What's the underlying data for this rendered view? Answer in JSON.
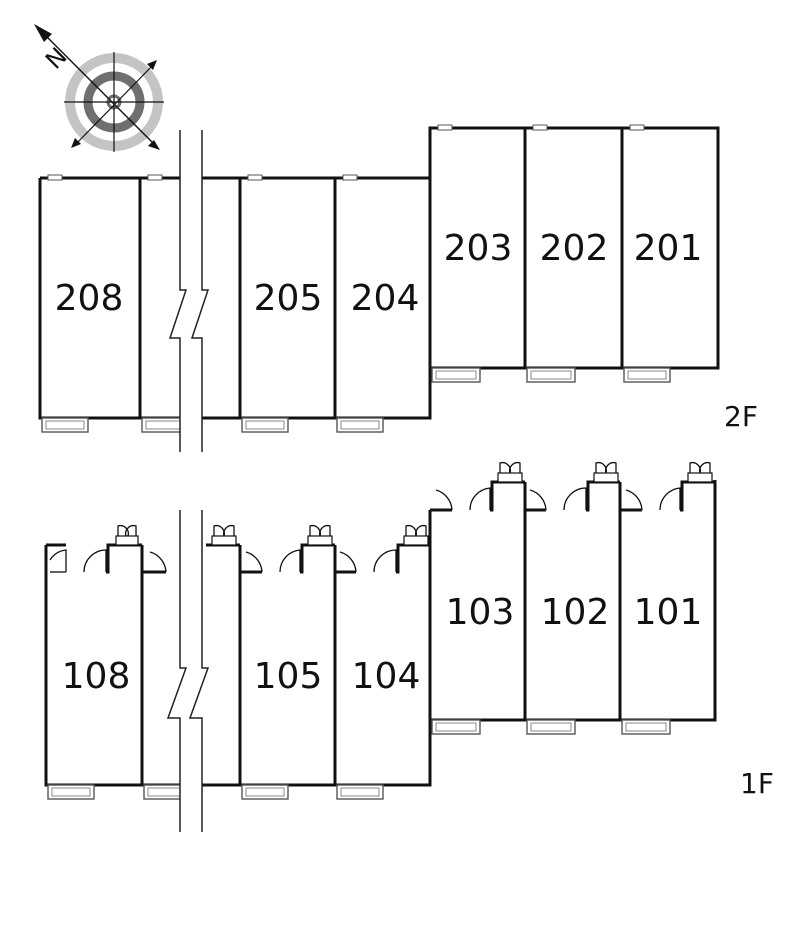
{
  "floors": {
    "second": {
      "label": "2F",
      "units": [
        "208",
        "205",
        "204",
        "203",
        "202",
        "201"
      ]
    },
    "first": {
      "label": "1F",
      "units": [
        "108",
        "105",
        "104",
        "103",
        "102",
        "101"
      ]
    }
  },
  "compass": {
    "north_letter": "N",
    "icon": "compass-rose-icon"
  },
  "colors": {
    "wall": "#111111",
    "compass_ring_outer": "#bdbdbd",
    "compass_ring_inner": "#707070"
  }
}
